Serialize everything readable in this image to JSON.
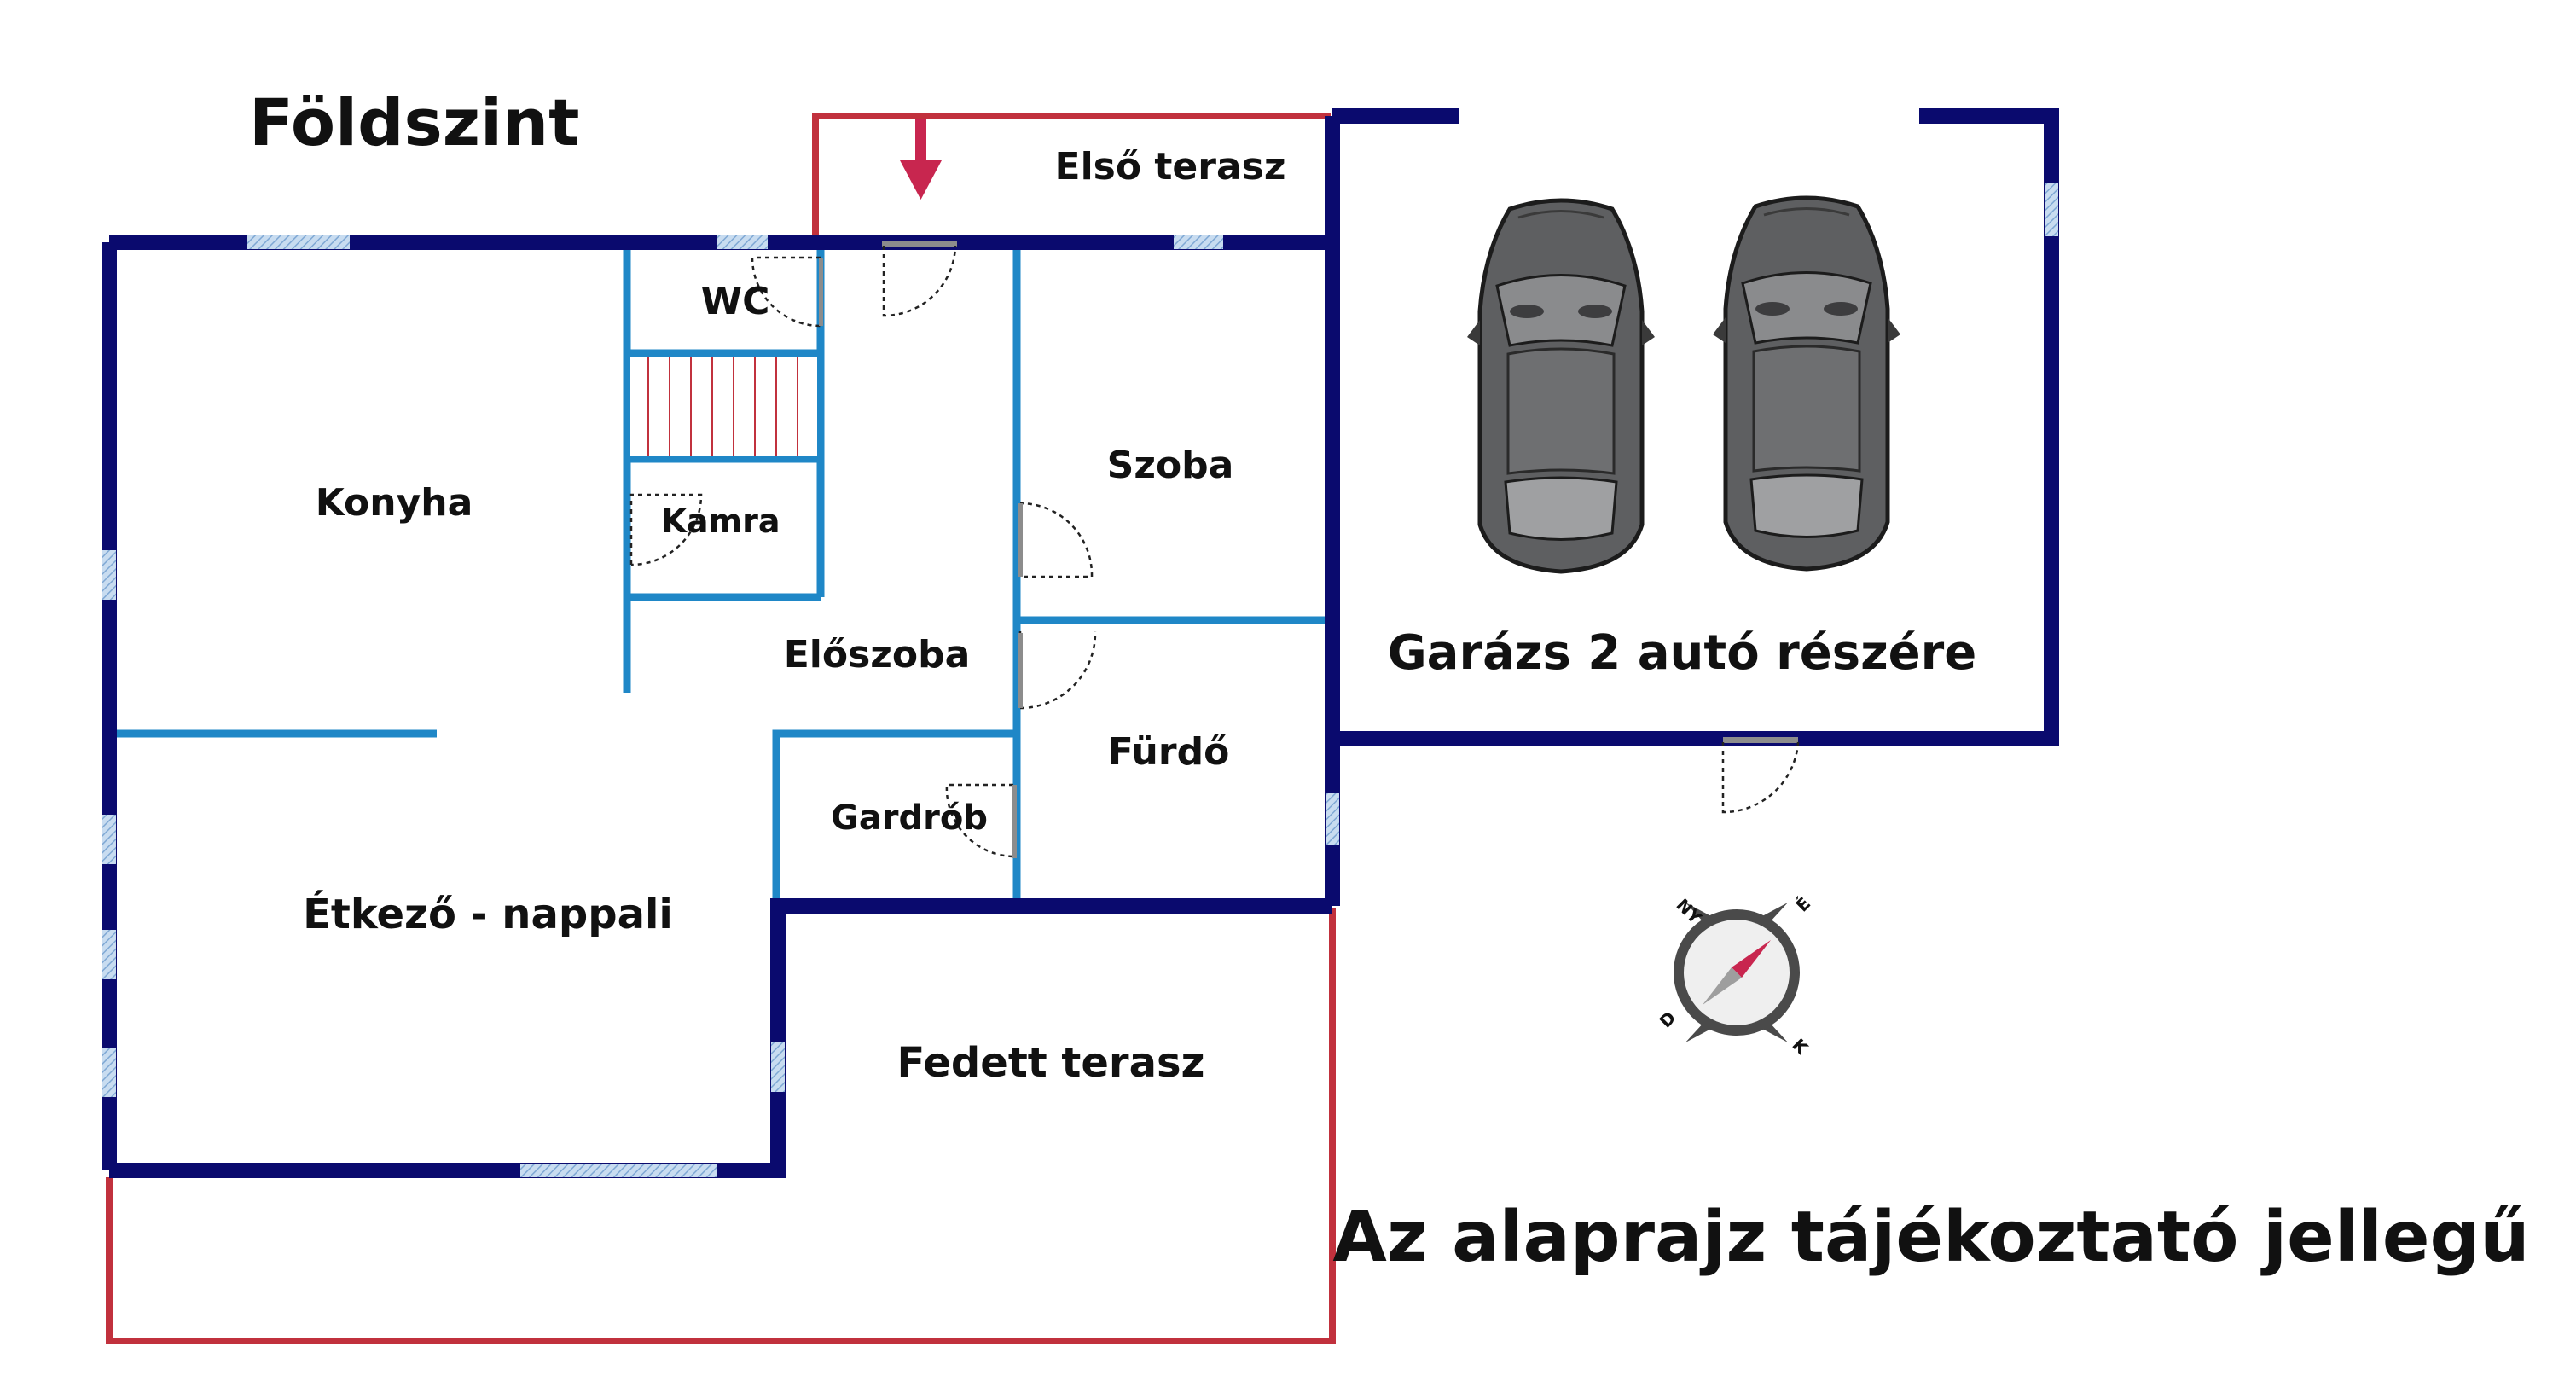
{
  "title": "Földszint",
  "disclaimer": "Az alaprajz tájékoztató jellegű",
  "rooms": {
    "front_terrace": "Első terasz",
    "wc": "WC",
    "kitchen": "Konyha",
    "pantry": "Kamra",
    "room": "Szoba",
    "hall": "Előszoba",
    "bathroom": "Fürdő",
    "wardrobe": "Gardrób",
    "dining_living": "Étkező - nappali",
    "covered_terrace": "Fedett terasz",
    "garage": "Garázs 2 autó részére"
  },
  "compass": {
    "nw": "NY",
    "ne": "É",
    "sw": "D",
    "se": "K"
  },
  "colors": {
    "outer_wall": "#0a0a6e",
    "inner_wall": "#1f87c7",
    "terrace_outline": "#c1313d",
    "window": "#a9c9e8",
    "entrance_arrow": "#c8264f",
    "car_body": "#5e5f61"
  },
  "icons": [
    "entrance-arrow-icon",
    "car-icon",
    "compass-icon"
  ]
}
